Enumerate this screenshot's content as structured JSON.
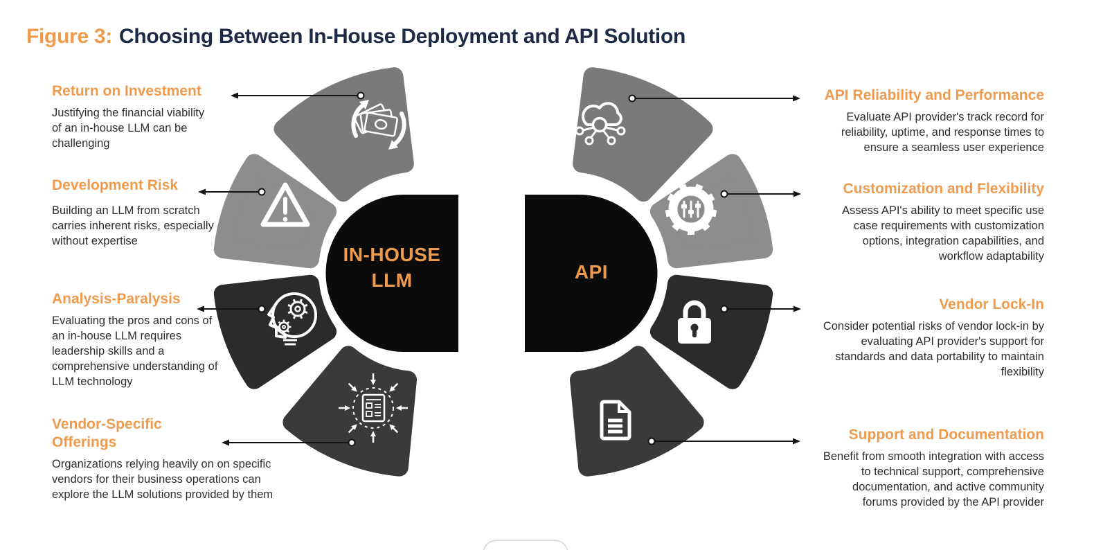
{
  "title": {
    "prefix": "Figure 3:",
    "text": "Choosing Between In-House Deployment and API Solution"
  },
  "colors": {
    "accent_orange": "#EE9B4D",
    "title_navy": "#1D2A46",
    "body_text": "#2E2E2E",
    "segment_gray1": "#7A7A7A",
    "segment_gray2": "#8D8D8D",
    "segment_dark1": "#2B2B2B",
    "segment_dark2": "#3A3A3A",
    "center_black": "#0B0B0B",
    "connector_black": "#141414",
    "icon_white": "#FFFFFF"
  },
  "left_diagram": {
    "label_line1": "IN-HOUSE",
    "label_line2": "LLM",
    "items": [
      {
        "heading": "Return on Investment",
        "body": "Justifying the financial viability of an in-house LLM can be challenging",
        "icon": "money-cycle-icon"
      },
      {
        "heading": "Development Risk",
        "body": "Building an LLM from scratch carries inherent risks, especially without expertise",
        "icon": "warning-icon"
      },
      {
        "heading": "Analysis-Paralysis",
        "body": "Evaluating the pros and cons of an in-house LLM requires leadership skills and a comprehensive understanding of LLM technology",
        "icon": "head-gears-icon"
      },
      {
        "heading": "Vendor-Specific Offerings",
        "body": "Organizations relying heavily on on specific vendors for their business operations can explore the LLM solutions provided by them",
        "icon": "document-converge-icon"
      }
    ]
  },
  "right_diagram": {
    "label": "API",
    "items": [
      {
        "heading": "API Reliability and Performance",
        "body": "Evaluate API provider's track record for reliability, uptime, and response times to ensure a seamless user experience",
        "icon": "cloud-network-icon"
      },
      {
        "heading": "Customization and Flexibility",
        "body": "Assess API's ability to meet specific use case requirements with customization options, integration capabilities, and workflow adaptability",
        "icon": "gear-sliders-icon"
      },
      {
        "heading": "Vendor Lock-In",
        "body": "Consider potential risks of vendor lock-in by evaluating API provider's support for standards and data portability to maintain flexibility",
        "icon": "padlock-icon"
      },
      {
        "heading": "Support and Documentation",
        "body": "Benefit from smooth integration with access to technical support, comprehensive documentation, and active community forums provided by the API provider",
        "icon": "document-icon"
      }
    ]
  }
}
